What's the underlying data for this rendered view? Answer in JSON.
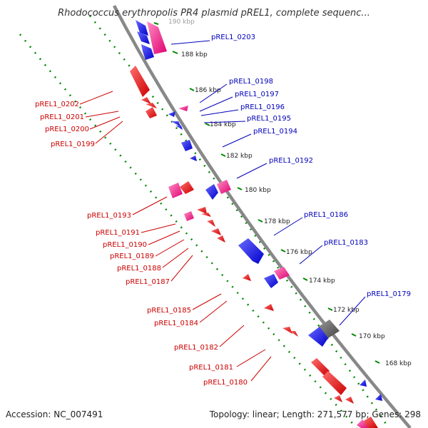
{
  "title": "Rhodococcus erythropolis PR4 plasmid pREL1, complete sequenc...",
  "footer": {
    "accession": "Accession: NC_007491",
    "summary": "Topology: linear; Length: 271,577 bp; Genes: 298"
  },
  "colors": {
    "forward_label": "#0000bb",
    "reverse_label": "#cc0000",
    "blue_gene": "#1a1aff",
    "red_gene": "#ff1a1a",
    "pink_gene": "#ff3399",
    "grey_gene": "#555555",
    "backbone": "#888888",
    "tick_track": "#008800"
  },
  "ticks": [
    "190 kbp",
    "188 kbp",
    "186 kbp",
    "184 kbp",
    "182 kbp",
    "180 kbp",
    "178 kbp",
    "176 kbp",
    "174 kbp",
    "172 kbp",
    "170 kbp",
    "168 kbp"
  ],
  "forward_genes": [
    "pREL1_0203",
    "pREL1_0198",
    "pREL1_0197",
    "pREL1_0196",
    "pREL1_0195",
    "pREL1_0194",
    "pREL1_0192",
    "pREL1_0186",
    "pREL1_0183",
    "pREL1_0179"
  ],
  "reverse_genes": [
    "pREL1_0202",
    "pREL1_0201",
    "pREL1_0200",
    "pREL1_0199",
    "pREL1_0193",
    "pREL1_0191",
    "pREL1_0190",
    "pREL1_0189",
    "pREL1_0188",
    "pREL1_0187",
    "pREL1_0185",
    "pREL1_0184",
    "pREL1_0182",
    "pREL1_0181",
    "pREL1_0180"
  ]
}
